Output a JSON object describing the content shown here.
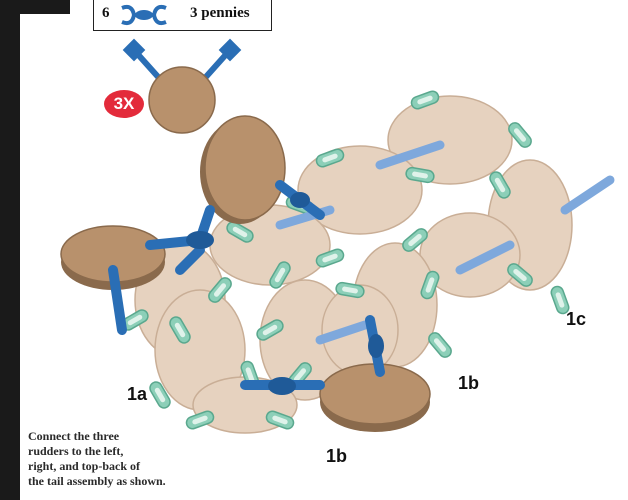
{
  "parts": {
    "count": "6",
    "icon": "connector-icon",
    "label": "3 pennies"
  },
  "multiplier": "3X",
  "labels": {
    "a": "1a",
    "b_right": "1b",
    "b_bottom": "1b",
    "c": "1c"
  },
  "instructions": [
    "Connect the three",
    "rudders to the left,",
    "right, and top-back of",
    "the tail assembly as shown."
  ],
  "colors": {
    "penny_front": "#b8916c",
    "penny_back": "#e6d2bf",
    "connector_dark": "#2a6eb5",
    "connector_light": "#7ea8dc",
    "connector_teal": "#8ccfb8",
    "badge": "#e32b3b"
  }
}
